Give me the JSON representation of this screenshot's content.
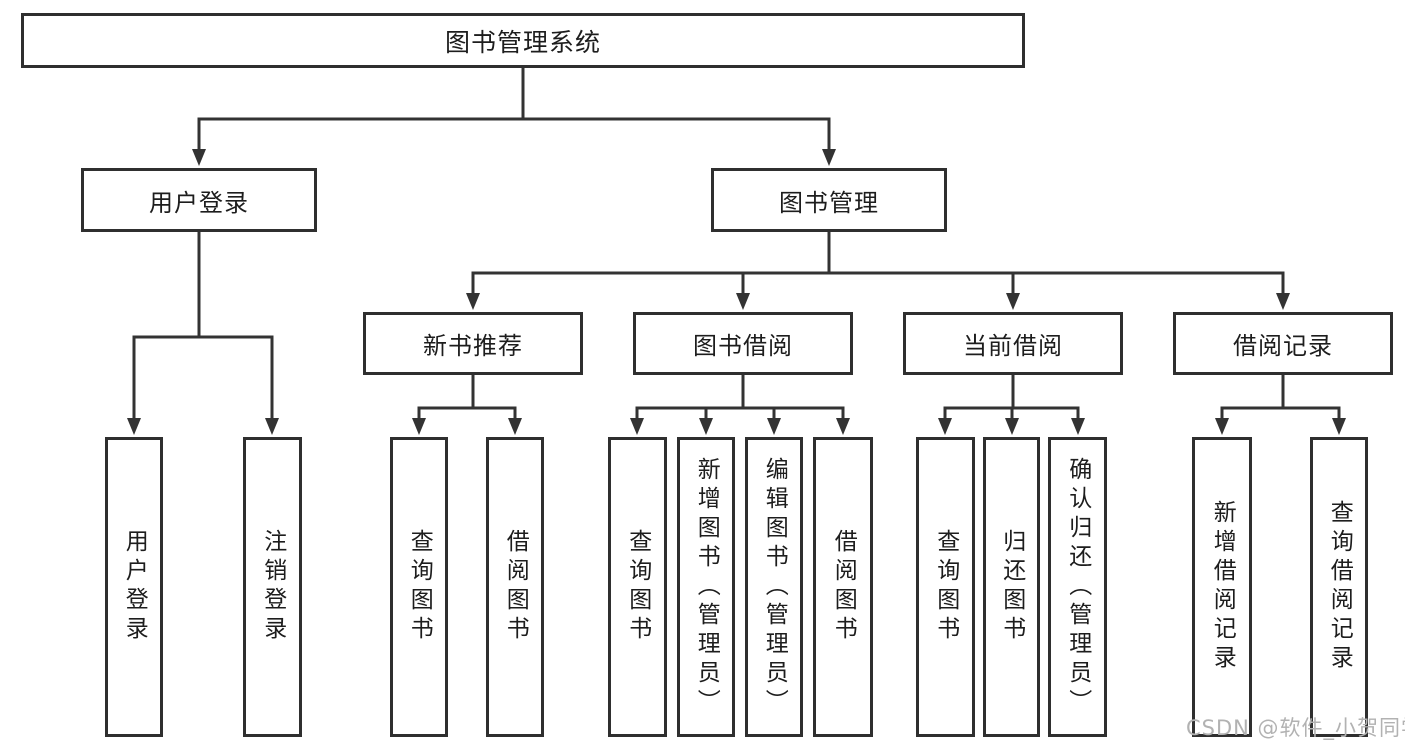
{
  "diagram": {
    "root": {
      "label": "图书管理系统"
    },
    "branches": [
      {
        "label": "用户登录",
        "children": [
          {
            "label": "用户登录"
          },
          {
            "label": "注销登录"
          }
        ]
      },
      {
        "label": "图书管理",
        "sections": [
          {
            "label": "新书推荐",
            "children": [
              {
                "label": "查询图书"
              },
              {
                "label": "借阅图书"
              }
            ]
          },
          {
            "label": "图书借阅",
            "children": [
              {
                "label": "查询图书"
              },
              {
                "label": "新增图书（管理员）"
              },
              {
                "label": "编辑图书（管理员）"
              },
              {
                "label": "借阅图书"
              }
            ]
          },
          {
            "label": "当前借阅",
            "children": [
              {
                "label": "查询图书"
              },
              {
                "label": "归还图书"
              },
              {
                "label": "确认归还（管理员）"
              }
            ]
          },
          {
            "label": "借阅记录",
            "children": [
              {
                "label": "新增借阅记录"
              },
              {
                "label": "查询借阅记录"
              }
            ]
          }
        ]
      }
    ]
  },
  "watermark": {
    "text": "CSDN @软件_小贺同学"
  },
  "colors": {
    "line": "#333333",
    "border": "#2f2f2f",
    "text": "#1d1d1d",
    "watermark": "#b2b2b2"
  }
}
